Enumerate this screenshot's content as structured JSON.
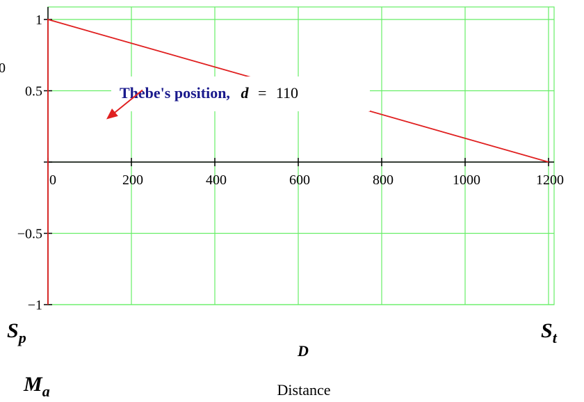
{
  "chart_data": {
    "type": "line",
    "x_ticks": [
      0,
      200,
      400,
      600,
      800,
      1000,
      1200
    ],
    "y_ticks": [
      -1,
      -0.5,
      0.5,
      1
    ],
    "x_tick_labels": [
      "0",
      "200",
      "400",
      "600",
      "800",
      "1000",
      "1200"
    ],
    "y_tick_labels": [
      "−1",
      "−0.5",
      "0.5",
      "1"
    ],
    "y_clip_label": "0",
    "xlim": [
      0,
      1200
    ],
    "ylim": [
      -1,
      1
    ],
    "grid": true,
    "colors": {
      "grid": "#66ee66",
      "line": "#e02020",
      "annotation": "#1a1a8c",
      "axis": "#000000"
    },
    "series": [
      {
        "x": [
          1200,
          0,
          0,
          0
        ],
        "y": [
          0,
          1,
          1,
          -1
        ]
      }
    ],
    "annotation": {
      "text": "Thebe's position,",
      "var": "d",
      "eq": "=",
      "value": "110",
      "arrow_target": [
        140,
        0.3
      ]
    },
    "x_limit_labels": {
      "left": {
        "main": "S",
        "sub": "p"
      },
      "right": {
        "main": "S",
        "sub": "t"
      }
    },
    "x_var": "D",
    "y_var": {
      "main": "M",
      "sub": "a"
    },
    "xlabel": "Distance"
  }
}
